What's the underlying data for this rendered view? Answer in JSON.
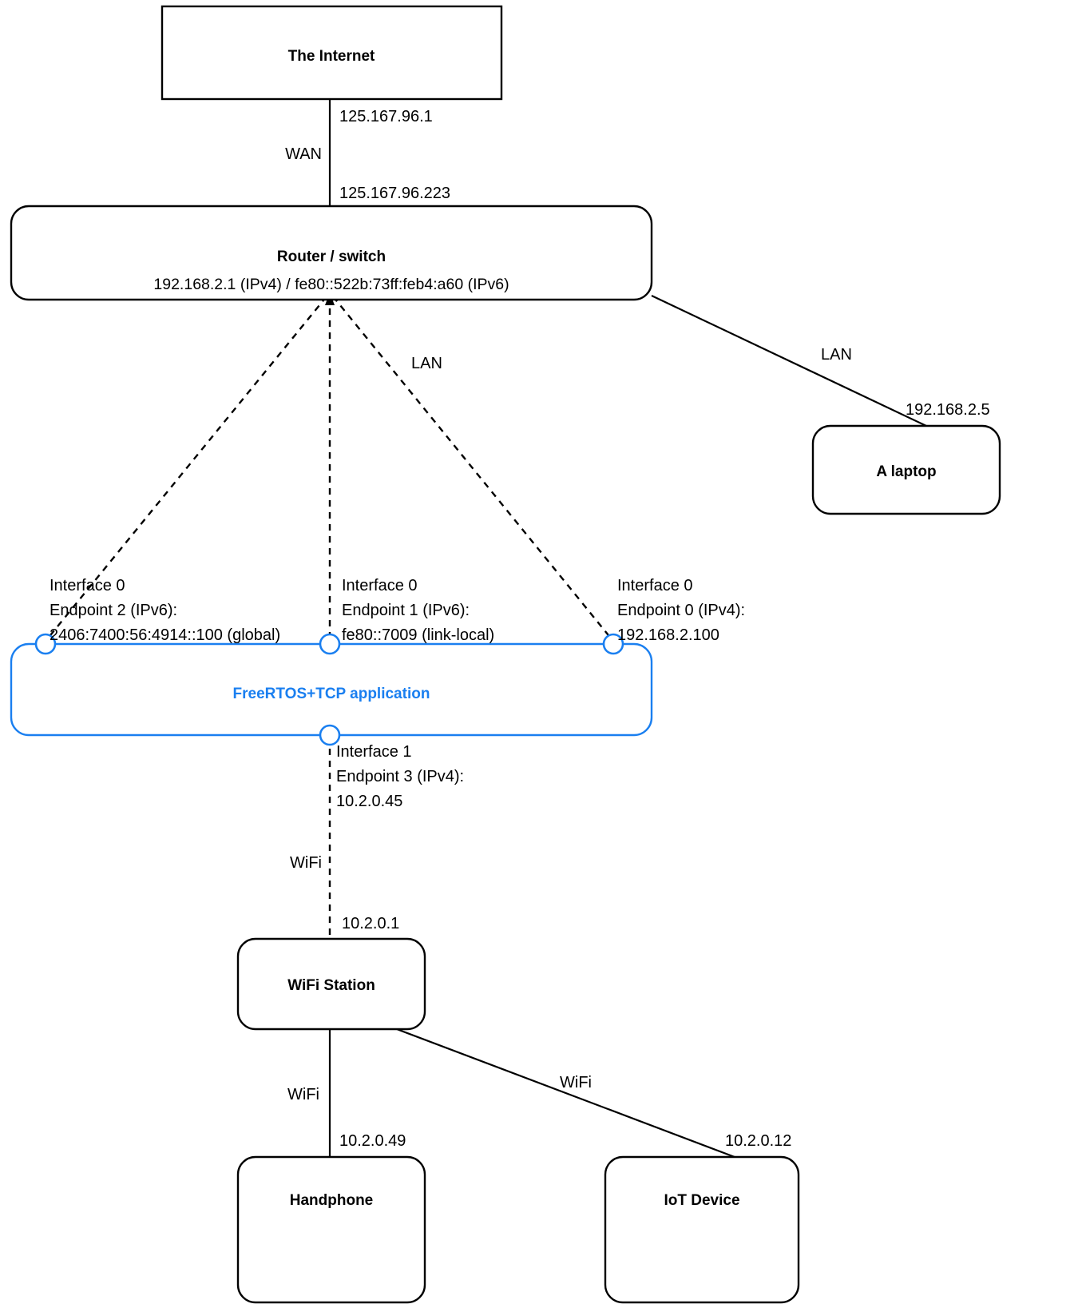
{
  "diagram": {
    "title": "FreeRTOS+TCP multi-interface / multi-endpoint network topology",
    "colors": {
      "app_accent": "#1a7ff0",
      "line": "#000000",
      "background": "#ffffff"
    },
    "nodes": {
      "internet": {
        "label": "The Internet"
      },
      "router": {
        "label": "Router / switch",
        "addresses": "192.168.2.1 (IPv4) / fe80::522b:73ff:feb4:a60 (IPv6)"
      },
      "laptop": {
        "label": "A laptop"
      },
      "application": {
        "label": "FreeRTOS+TCP application"
      },
      "wifi_station": {
        "label": "WiFi Station"
      },
      "handphone": {
        "label": "Handphone"
      },
      "iot_device": {
        "label": "IoT Device"
      }
    },
    "edges": {
      "internet_to_router": {
        "medium": "WAN",
        "near_label": "125.167.96.1",
        "far_label": "125.167.96.223"
      },
      "router_to_app": {
        "medium": "LAN"
      },
      "router_to_laptop": {
        "medium": "LAN",
        "address": "192.168.2.5"
      },
      "app_to_wifi_station": {
        "medium": "WiFi",
        "address": "10.2.0.1"
      },
      "wifi_station_to_handphone": {
        "medium": "WiFi",
        "address": "10.2.0.49"
      },
      "wifi_station_to_iot": {
        "medium": "WiFi",
        "address": "10.2.0.12"
      }
    },
    "endpoints": [
      {
        "id": "endpoint-2",
        "interface": "Interface 0",
        "endpoint": "Endpoint 2 (IPv6):",
        "address": "2406:7400:56:4914::100 (global)"
      },
      {
        "id": "endpoint-1",
        "interface": "Interface 0",
        "endpoint": "Endpoint 1 (IPv6):",
        "address": "fe80::7009 (link-local)"
      },
      {
        "id": "endpoint-0",
        "interface": "Interface 0",
        "endpoint": "Endpoint 0 (IPv4):",
        "address": "192.168.2.100"
      },
      {
        "id": "endpoint-3",
        "interface": "Interface 1",
        "endpoint": "Endpoint 3 (IPv4):",
        "address": "10.2.0.45"
      }
    ]
  }
}
